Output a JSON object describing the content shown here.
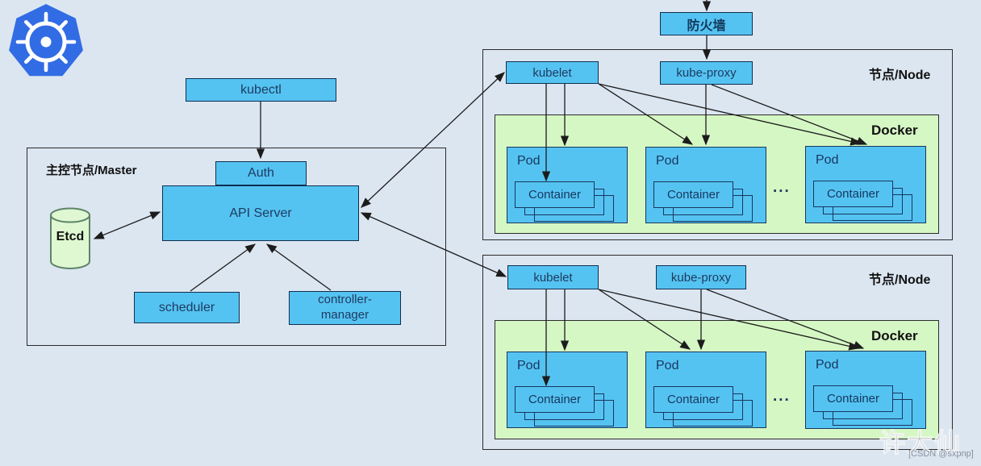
{
  "logo": {
    "name": "kubernetes-logo"
  },
  "kubectl_label": "kubectl",
  "firewall_label": "防火墙",
  "master": {
    "title": "主控节点/Master",
    "auth": "Auth",
    "api_server": "API Server",
    "etcd": "Etcd",
    "scheduler": "scheduler",
    "controller_manager": "controller-\nmanager"
  },
  "nodes": [
    {
      "title": "节点/Node",
      "kubelet": "kubelet",
      "kube_proxy": "kube-proxy",
      "docker_label": "Docker",
      "ellipsis": "...",
      "pods": [
        {
          "label": "Pod",
          "container": "Container"
        },
        {
          "label": "Pod",
          "container": "Container"
        },
        {
          "label": "Pod",
          "container": "Container"
        }
      ]
    },
    {
      "title": "节点/Node",
      "kubelet": "kubelet",
      "kube_proxy": "kube-proxy",
      "docker_label": "Docker",
      "ellipsis": "...",
      "pods": [
        {
          "label": "Pod",
          "container": "Container"
        },
        {
          "label": "Pod",
          "container": "Container"
        },
        {
          "label": "Pod",
          "container": "Container"
        }
      ]
    }
  ],
  "watermark": {
    "name": "许大仙",
    "handle": "[CSDN @sxpnp]"
  },
  "colors": {
    "background": "#dce6f1",
    "box_blue": "#55c3f2",
    "docker_green": "#d5f7c4",
    "etcd_green": "#dff8d2",
    "logo_blue": "#326ce5",
    "border_navy": "#0f2e4f",
    "arrow": "#1c1c1c"
  }
}
